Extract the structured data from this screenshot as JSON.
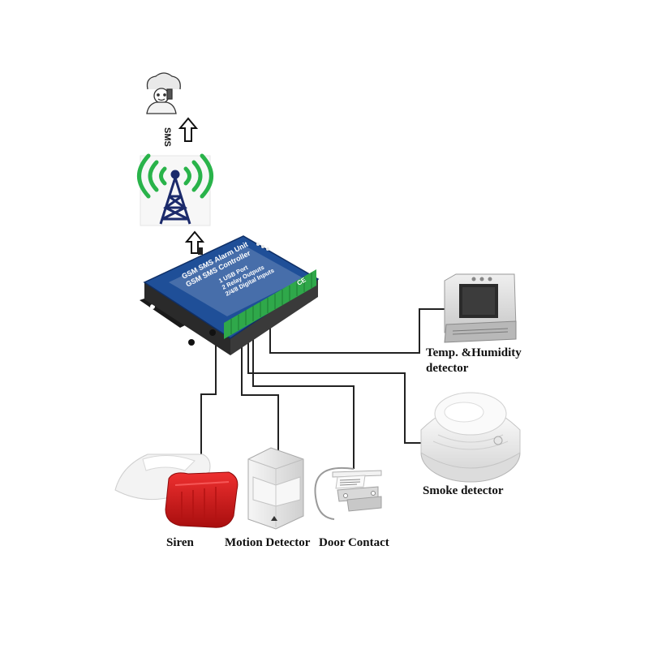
{
  "controller": {
    "line1": "GSM SMS Alarm Unit",
    "line2": "GSM SMS Controller",
    "line3": "1 USB Port",
    "line4": "2 Relay Outputs",
    "line5": "2/4/8 Digital Inputs",
    "ce_mark": "CE"
  },
  "sms_label": "SMS",
  "labels": {
    "temp_line1": "Temp. &Humidity",
    "temp_line2": "detector",
    "smoke": "Smoke detector",
    "siren": "Siren",
    "motion": "Motion Detector",
    "door": "Door Contact"
  },
  "colors": {
    "controller_blue": "#1f4f98",
    "terminal_green": "#2fa84a",
    "signal_green": "#29b34a",
    "tower_navy": "#1b2a6b",
    "siren_red": "#d21a1a",
    "wire": "#222222"
  }
}
